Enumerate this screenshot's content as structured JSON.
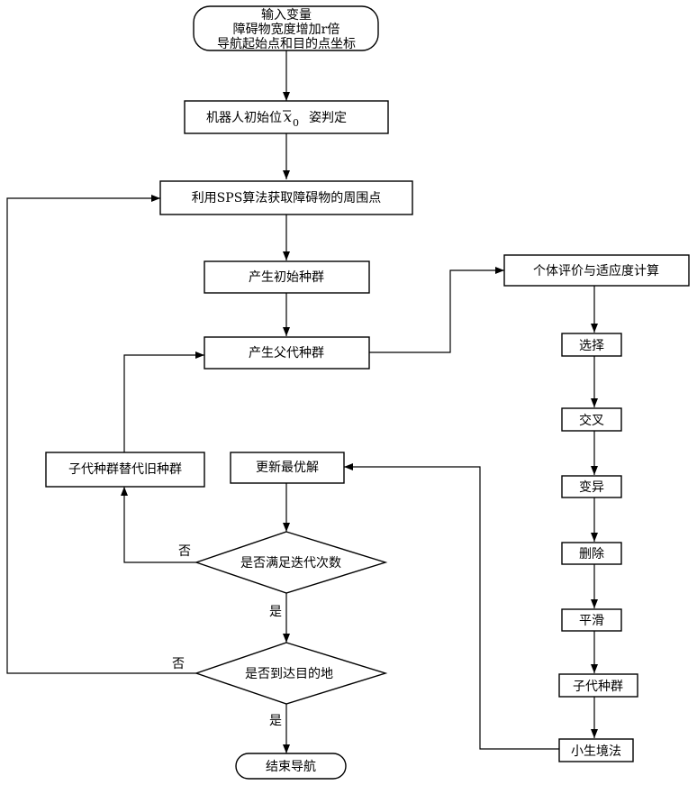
{
  "start": {
    "line1": "输入变量",
    "line2": "障碍物宽度增加r倍",
    "line3": "导航起始点和目的点坐标"
  },
  "pose": {
    "prefix": "机器人初始位",
    "var": "x",
    "sub": "0",
    "suffix": "姿判定"
  },
  "sps": "利用SPS算法获取障碍物的周围点",
  "init_pop": "产生初始种群",
  "parent_pop": "产生父代种群",
  "evaluate": "个体评价与适应度计算",
  "select": "选择",
  "crossover": "交叉",
  "mutation": "变异",
  "delete": "删除",
  "smooth": "平滑",
  "offspring": "子代种群",
  "niche": "小生境法",
  "update_best": "更新最优解",
  "replace": "子代种群替代旧种群",
  "check_iter": "是否满足迭代次数",
  "check_goal": "是否到达目的地",
  "end": "结束导航",
  "yes1": "是",
  "no1": "否",
  "yes2": "是",
  "no2": "否"
}
